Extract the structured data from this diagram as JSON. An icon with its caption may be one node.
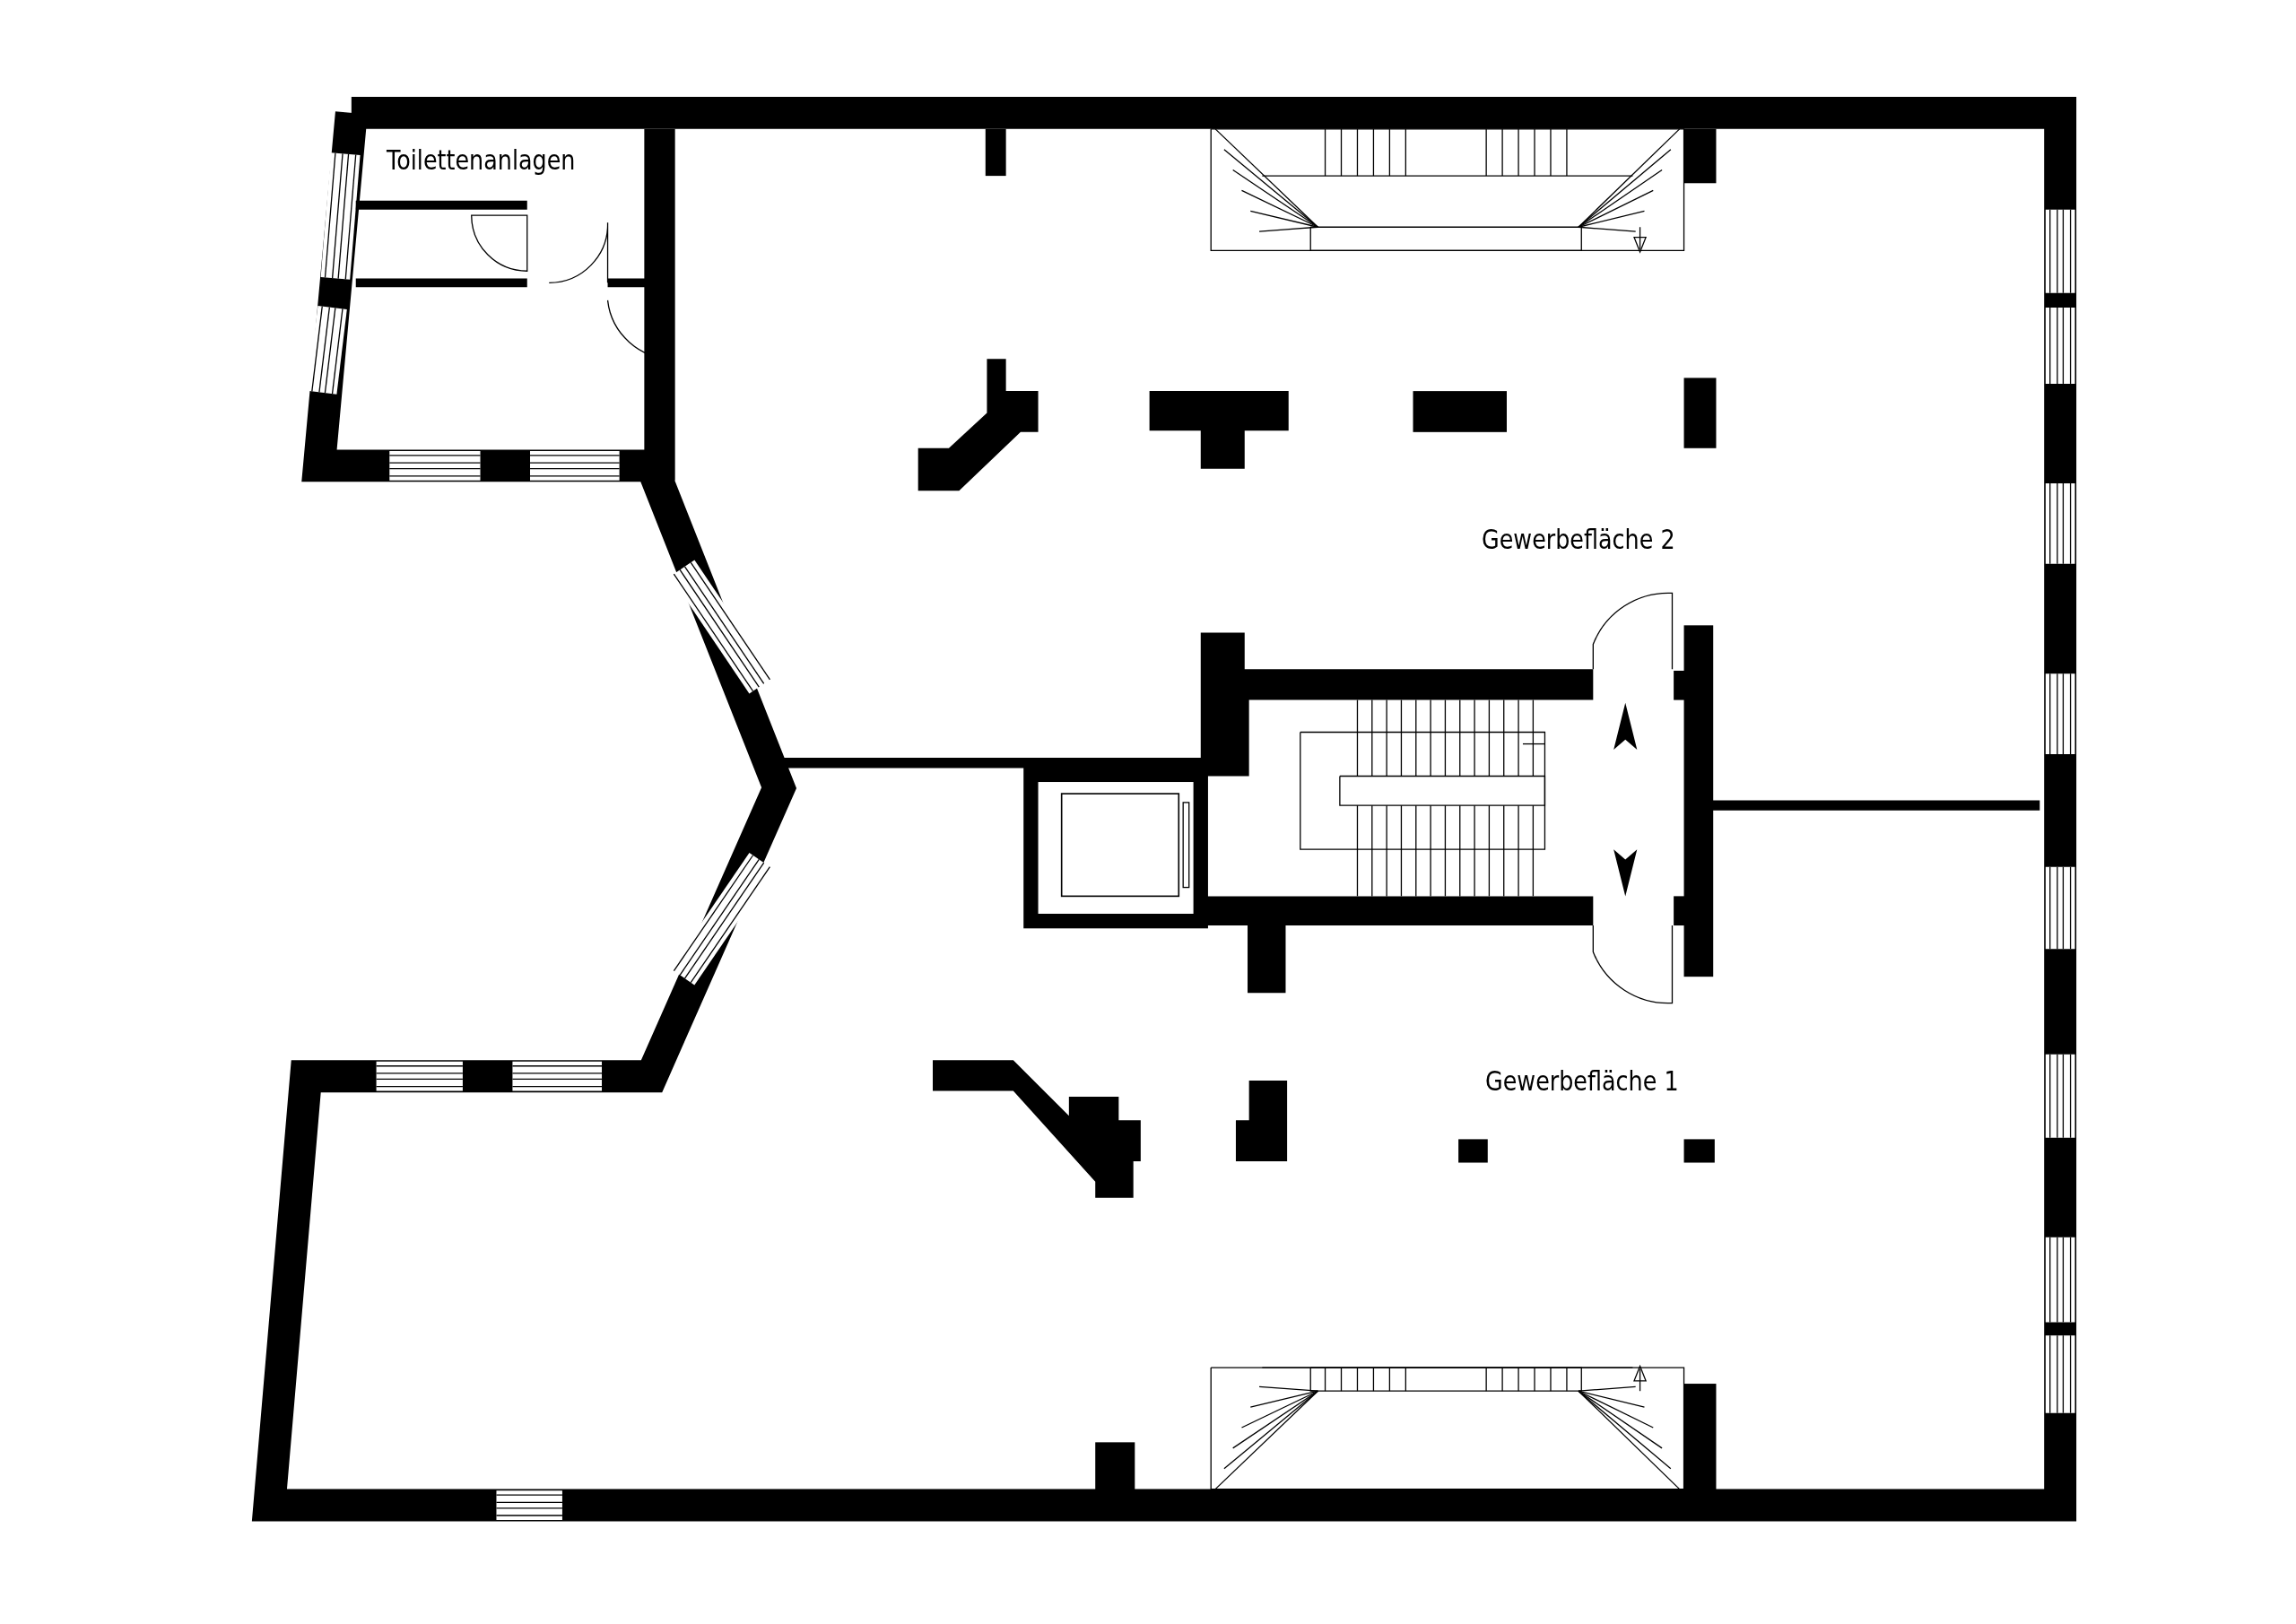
{
  "diagram": {
    "labels": [
      "Toilettenanlagen",
      "Gewerbefläche 2",
      "Gewerbefläche 1"
    ]
  }
}
